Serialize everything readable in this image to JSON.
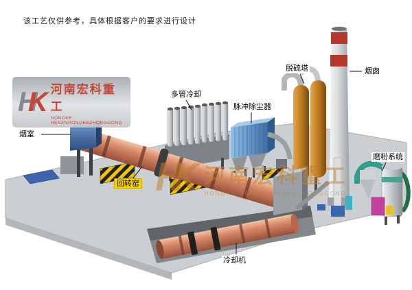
{
  "disclaimer": "该工艺仅供参考，具体根据客户的要求进行设计",
  "brand": {
    "mark_h": "H",
    "mark_k": "K",
    "name_cn": "河南宏科重工",
    "name_en": "HONGKE HENANHONGKEZHONGGONG"
  },
  "labels": {
    "smoke_chamber": "烟室",
    "rotary_kiln": "回转窑",
    "multi_tube_cooler": "多管冷却",
    "pulse_dust_collector": "脉冲除尘器",
    "desulfurization_tower": "脱硫塔",
    "chimney": "烟囱",
    "grinding_system": "磨粉系统",
    "cooling_machine": "冷却机"
  },
  "colors": {
    "kiln_salmon": "#d98a68",
    "hazard_yellow": "#f2c500",
    "brand_red": "#c0392b",
    "watermark_tan": "#c08030",
    "chimney_band": "#b5382c",
    "dust_collector_blue": "#4a7fb5",
    "tower_orange": "#c07a22",
    "label_highlight": "#f8d402"
  }
}
